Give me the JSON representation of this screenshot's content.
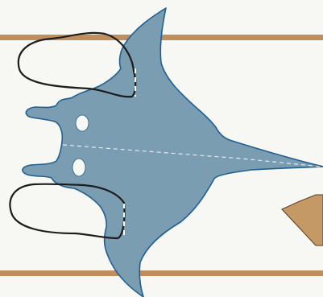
{
  "scene": {
    "colors": {
      "background": "#f7f7f3",
      "rail": "#c08e5c",
      "manta_fill": "#7b9db1",
      "manta_outline": "#1f5f93",
      "loop_stroke": "#1d1d1d",
      "patch_fill": "#c49966",
      "patch_outline": "#5a3c1f",
      "dash": "#e4ebf0"
    },
    "elements": [
      "top-rail",
      "bottom-rail",
      "manta-ray",
      "upper-loop",
      "lower-loop",
      "brown-patch"
    ]
  }
}
